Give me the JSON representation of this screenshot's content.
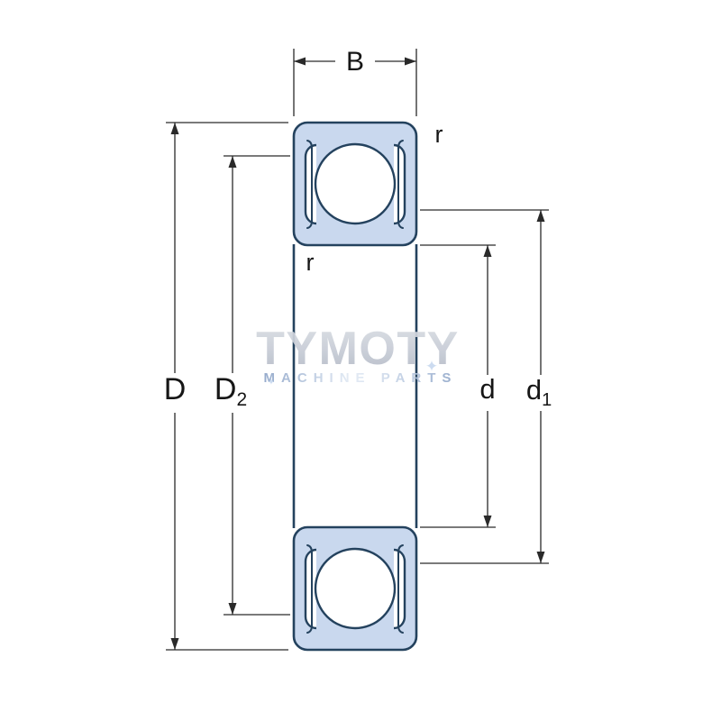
{
  "diagram": {
    "type": "ball-bearing-cross-section",
    "dimension_labels": {
      "B": "B",
      "D": "D",
      "D2_base": "D",
      "D2_sub": "2",
      "d": "d",
      "d1_base": "d",
      "d1_sub": "1",
      "r_top": "r",
      "r_bottom": "r"
    },
    "colors": {
      "outline": "#24425e",
      "fill": "#c9d8ee",
      "dim": "#2a2a2a",
      "label": "#161616"
    }
  },
  "watermark": {
    "title": "TYMOTY",
    "subtitle": "MACHINE PARTS",
    "sparkle": "✦"
  }
}
